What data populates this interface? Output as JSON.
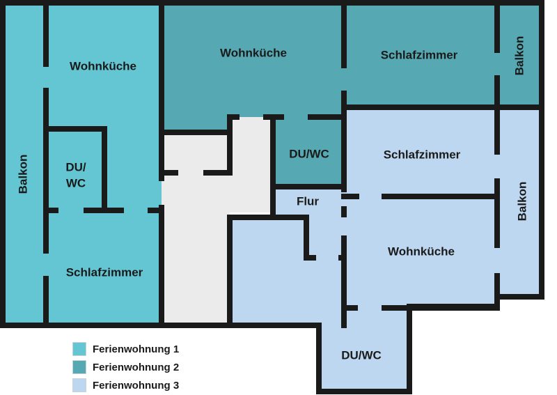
{
  "colors": {
    "ferienwohnung_1": "#63c6d2",
    "ferienwohnung_2": "#56a8b2",
    "ferienwohnung_3": "#bdd7f0",
    "circulation": "#ebebeb",
    "wall": "#1a1a1a"
  },
  "rooms": {
    "balkon_left": "Balkon",
    "wohnkueche_1": "Wohnküche",
    "du_wc_1_line1": "DU/",
    "du_wc_1_line2": "WC",
    "schlafzimmer_1": "Schlafzimmer",
    "wohnkueche_2": "Wohnküche",
    "schlafzimmer_2": "Schlafzimmer",
    "balkon_top_right": "Balkon",
    "du_wc_2": "DU/WC",
    "schlafzimmer_3": "Schlafzimmer",
    "balkon_right": "Balkon",
    "flur": "Flur",
    "wohnkueche_3": "Wohnküche",
    "du_wc_3": "DU/WC"
  },
  "legend": {
    "items": [
      {
        "label": "Ferienwohnung 1",
        "color": "#63c6d2"
      },
      {
        "label": "Ferienwohnung 2",
        "color": "#56a8b2"
      },
      {
        "label": "Ferienwohnung 3",
        "color": "#bdd7f0"
      }
    ]
  }
}
